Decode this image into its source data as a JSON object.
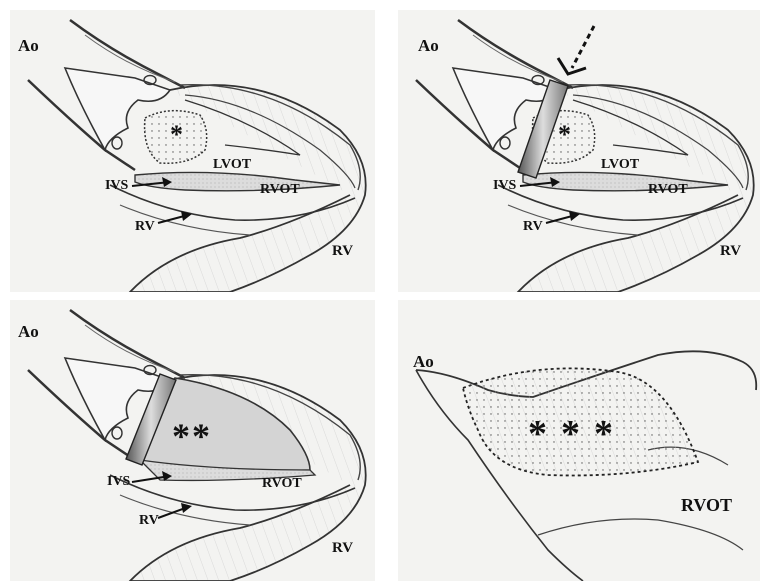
{
  "panels": [
    {
      "ao": "Ao",
      "star": "*",
      "lvot": "LVOT",
      "ivs": "IVS",
      "rvot": "RVOT",
      "rv_arrow": "RV",
      "rv": "RV"
    },
    {
      "ao": "Ao",
      "star": "*",
      "lvot": "LVOT",
      "ivs": "IVS",
      "rvot": "RVOT",
      "rv_arrow": "RV",
      "rv": "RV"
    },
    {
      "ao": "Ao",
      "star": "**",
      "ivs": "IVS",
      "rvot": "RVOT",
      "rv_arrow": "RV",
      "rv": "RV"
    },
    {
      "ao": "Ao",
      "star": "***",
      "rvot": "RVOT"
    }
  ]
}
